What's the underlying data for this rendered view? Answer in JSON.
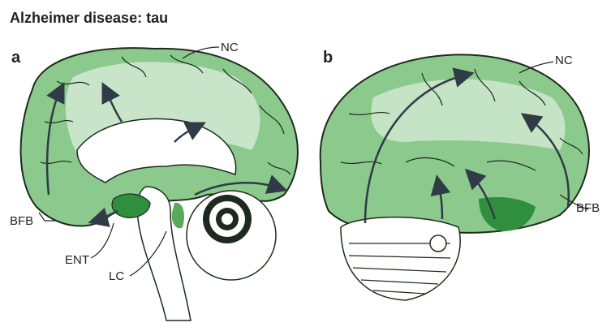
{
  "title": "Alzheimer disease: tau",
  "panels": [
    {
      "label": "a",
      "callouts": {
        "nc": "NC",
        "bfb": "BFB",
        "ent": "ENT",
        "lc": "LC"
      }
    },
    {
      "label": "b",
      "callouts": {
        "nc": "NC",
        "bfb": "BFB"
      }
    }
  ],
  "colors": {
    "light_green": "#cfe8cf",
    "mid_green": "#8cc98c",
    "dark_green": "#2f8f3f",
    "outline": "#1e2a1e",
    "arrow": "#2f3b46"
  }
}
